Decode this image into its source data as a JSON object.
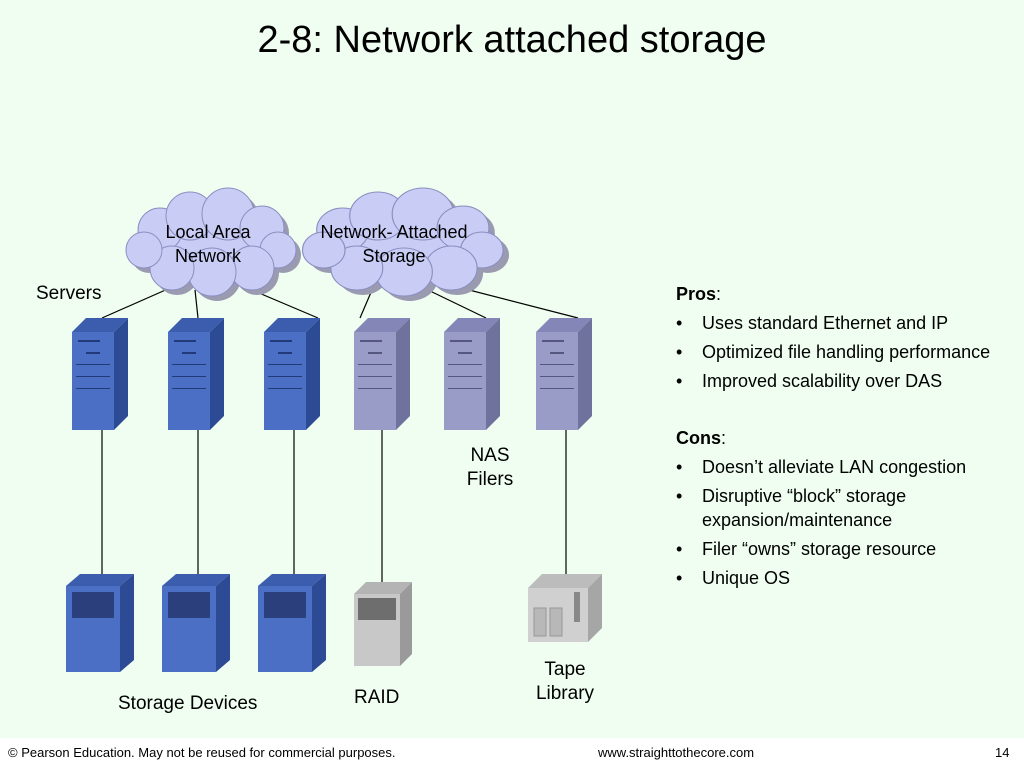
{
  "slide": {
    "title": "2-8: Network attached storage",
    "page_number": "14"
  },
  "diagram": {
    "clouds": [
      {
        "line1": "Local Area",
        "line2": "Network"
      },
      {
        "line1": "Network- Attached",
        "line2": "Storage"
      }
    ],
    "labels": {
      "servers": "Servers",
      "nas_filers_1": "NAS",
      "nas_filers_2": "Filers",
      "storage_devices": "Storage Devices",
      "raid": "RAID",
      "tape_1": "Tape",
      "tape_2": "Library"
    },
    "colors": {
      "server_blue": "#4a6fc4",
      "nas_purple": "#9a9cc8",
      "cloud": "#c9cdf6",
      "raid_gray": "#c8c8c8",
      "tape_gray": "#d0d0d0"
    }
  },
  "pros": {
    "heading": "Pros",
    "items": [
      "Uses standard Ethernet and IP",
      "Optimized file handling performance",
      "Improved scalability over DAS"
    ]
  },
  "cons": {
    "heading": "Cons",
    "items": [
      "Doesn’t alleviate LAN congestion",
      "Disruptive “block” storage expansion/maintenance",
      "Filer “owns” storage resource",
      "Unique OS"
    ]
  },
  "footer": {
    "copyright": "© Pearson Education. May not be reused for commercial purposes.",
    "website": "www.straighttothecore.com"
  }
}
